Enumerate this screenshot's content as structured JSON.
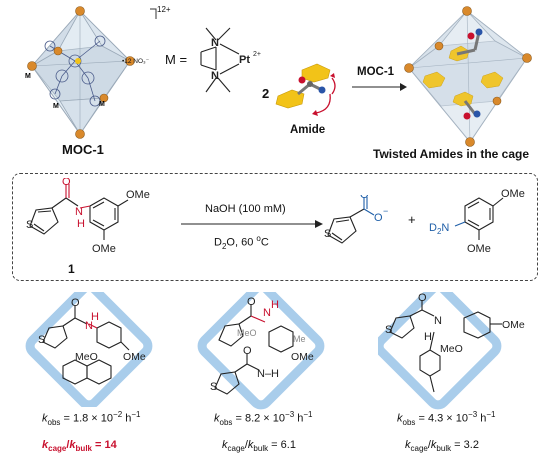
{
  "top": {
    "moc_label": "MOC-1",
    "charge": "12+",
    "counter_ion": "•12 NO₃⁻",
    "m_equals": "M =",
    "pt_label": "Pt",
    "pt_charge": "2+",
    "n_label": "N",
    "m_atom": "M",
    "reagent_number": "2",
    "amide_label": "Amide",
    "arrow_label": "MOC-1",
    "cage_caption": "Twisted Amides in the cage"
  },
  "reaction": {
    "compound_number": "1",
    "s_atom": "S",
    "o_atom": "O",
    "n_atom": "N",
    "h_atom": "H",
    "ome": "OMe",
    "conditions_top": "NaOH (100 mM)",
    "conditions_bottom_prefix": "D",
    "conditions_bottom_sub": "2",
    "conditions_bottom_rest": "O, 60 ",
    "conditions_degree": "o",
    "conditions_c": "C",
    "carboxylate_charge": "−",
    "plus": "+",
    "d2n_prefix": "D",
    "d2n_sub": "2",
    "d2n_n": "N"
  },
  "panels": [
    {
      "k_obs": "1.8",
      "k_exp": "−2",
      "ratio": "14"
    },
    {
      "k_obs": "8.2",
      "k_exp": "−3",
      "ratio": "6.1"
    },
    {
      "k_obs": "4.3",
      "k_exp": "−3",
      "ratio": "3.2"
    }
  ],
  "panel_labels": {
    "meo": "MeO",
    "me": "Me",
    "nh": "N–H",
    "k": "k",
    "obs": "obs",
    "cage": "cage",
    "bulk": "bulk",
    "times_ten": " × 10",
    "unit_h": " h",
    "unit_exp": "−1",
    "eq": " = ",
    "slash": "/"
  },
  "colors": {
    "red": "#c8102e",
    "blue": "#1f5fa8",
    "cage_blue": "#a9cdeb",
    "pt_orange": "#d9892b",
    "ligand_yellow": "#f2c318"
  }
}
